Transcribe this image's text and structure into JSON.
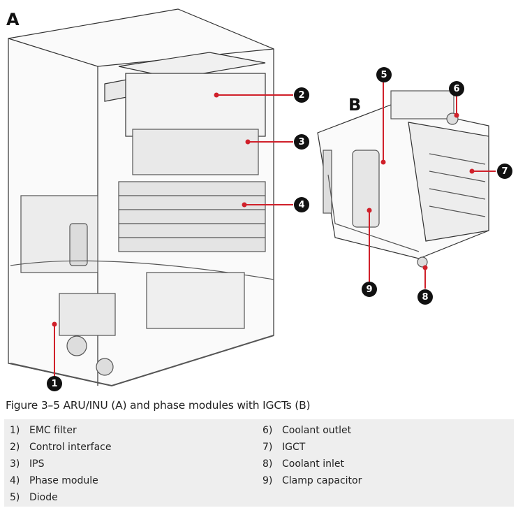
{
  "figure": {
    "label_a": "A",
    "label_b": "B",
    "callouts": [
      "1",
      "2",
      "3",
      "4",
      "5",
      "6",
      "7",
      "8",
      "9"
    ],
    "colors": {
      "leader_line": "#d0202a",
      "callout_fill": "#111111",
      "callout_text": "#ffffff",
      "line_art": "#333333"
    }
  },
  "caption": "Figure 3–5 ARU/INU (A) and phase modules with IGCTs (B)",
  "legend": {
    "background": "#eeeeee",
    "items": [
      {
        "num": "1)",
        "label": "EMC filter"
      },
      {
        "num": "2)",
        "label": "Control interface"
      },
      {
        "num": "3)",
        "label": "IPS"
      },
      {
        "num": "4)",
        "label": "Phase module"
      },
      {
        "num": "5)",
        "label": "Diode"
      },
      {
        "num": "6)",
        "label": "Coolant outlet"
      },
      {
        "num": "7)",
        "label": "IGCT"
      },
      {
        "num": "8)",
        "label": "Coolant inlet"
      },
      {
        "num": "9)",
        "label": "Clamp capacitor"
      }
    ]
  }
}
